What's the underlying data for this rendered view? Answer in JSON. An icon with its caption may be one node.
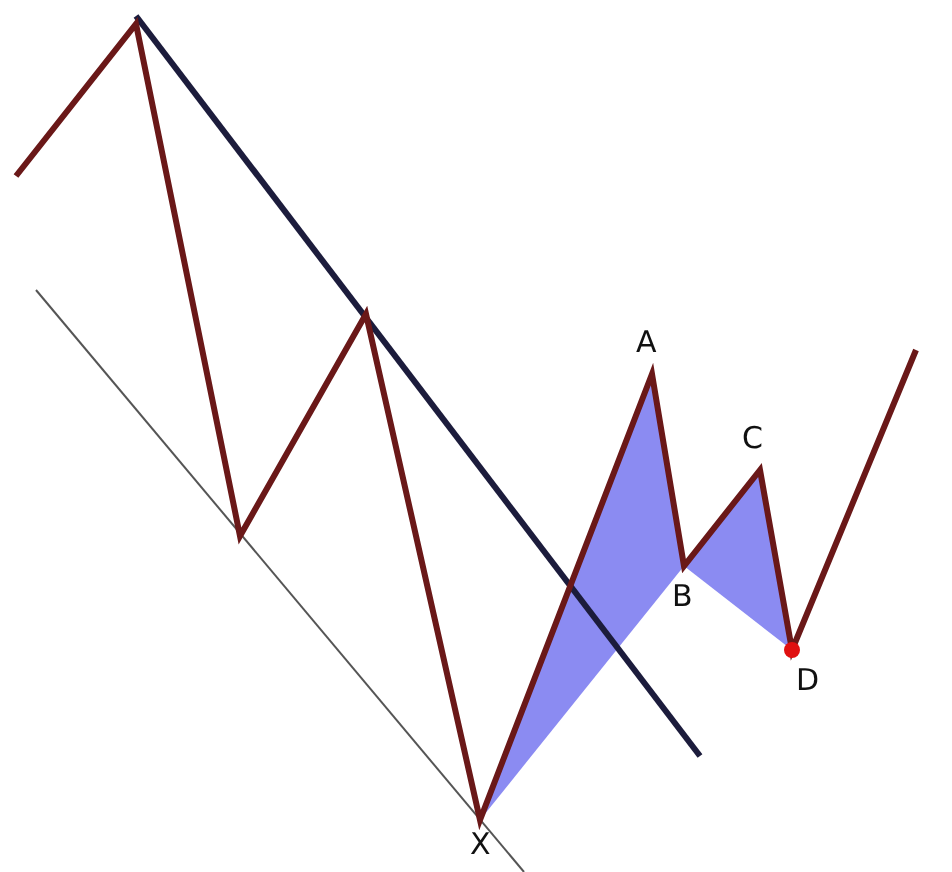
{
  "diagram": {
    "labels": [
      "A",
      "C",
      "B",
      "D",
      "X"
    ]
  }
}
